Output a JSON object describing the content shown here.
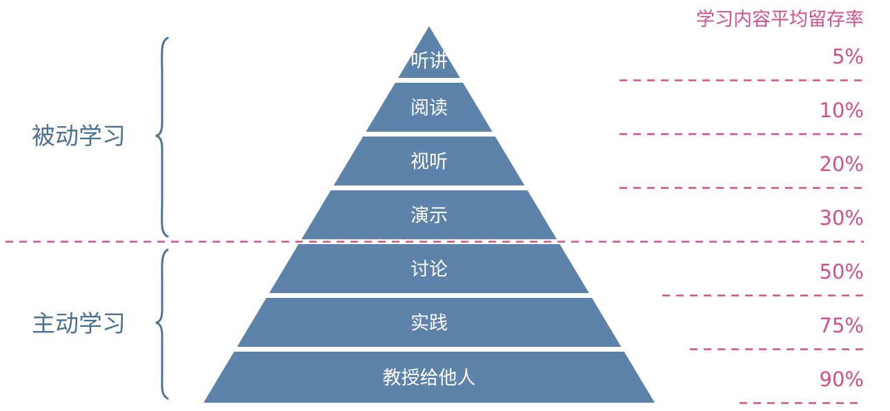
{
  "rate_header": "学习内容平均留存率",
  "colors": {
    "layer_fill": "#5d83aa",
    "group_text": "#4c7193",
    "accent": "#d04f8d",
    "layer_text": "#ffffff"
  },
  "groups": [
    {
      "label": "被动学习",
      "layers": [
        0,
        1,
        2,
        3
      ]
    },
    {
      "label": "主动学习",
      "layers": [
        4,
        5,
        6
      ]
    }
  ],
  "layers": [
    {
      "label": "听讲",
      "rate": "5%",
      "value": 5
    },
    {
      "label": "阅读",
      "rate": "10%",
      "value": 10
    },
    {
      "label": "视听",
      "rate": "20%",
      "value": 20
    },
    {
      "label": "演示",
      "rate": "30%",
      "value": 30
    },
    {
      "label": "讨论",
      "rate": "50%",
      "value": 50
    },
    {
      "label": "实践",
      "rate": "75%",
      "value": 75
    },
    {
      "label": "教授给他人",
      "rate": "90%",
      "value": 90
    }
  ]
}
